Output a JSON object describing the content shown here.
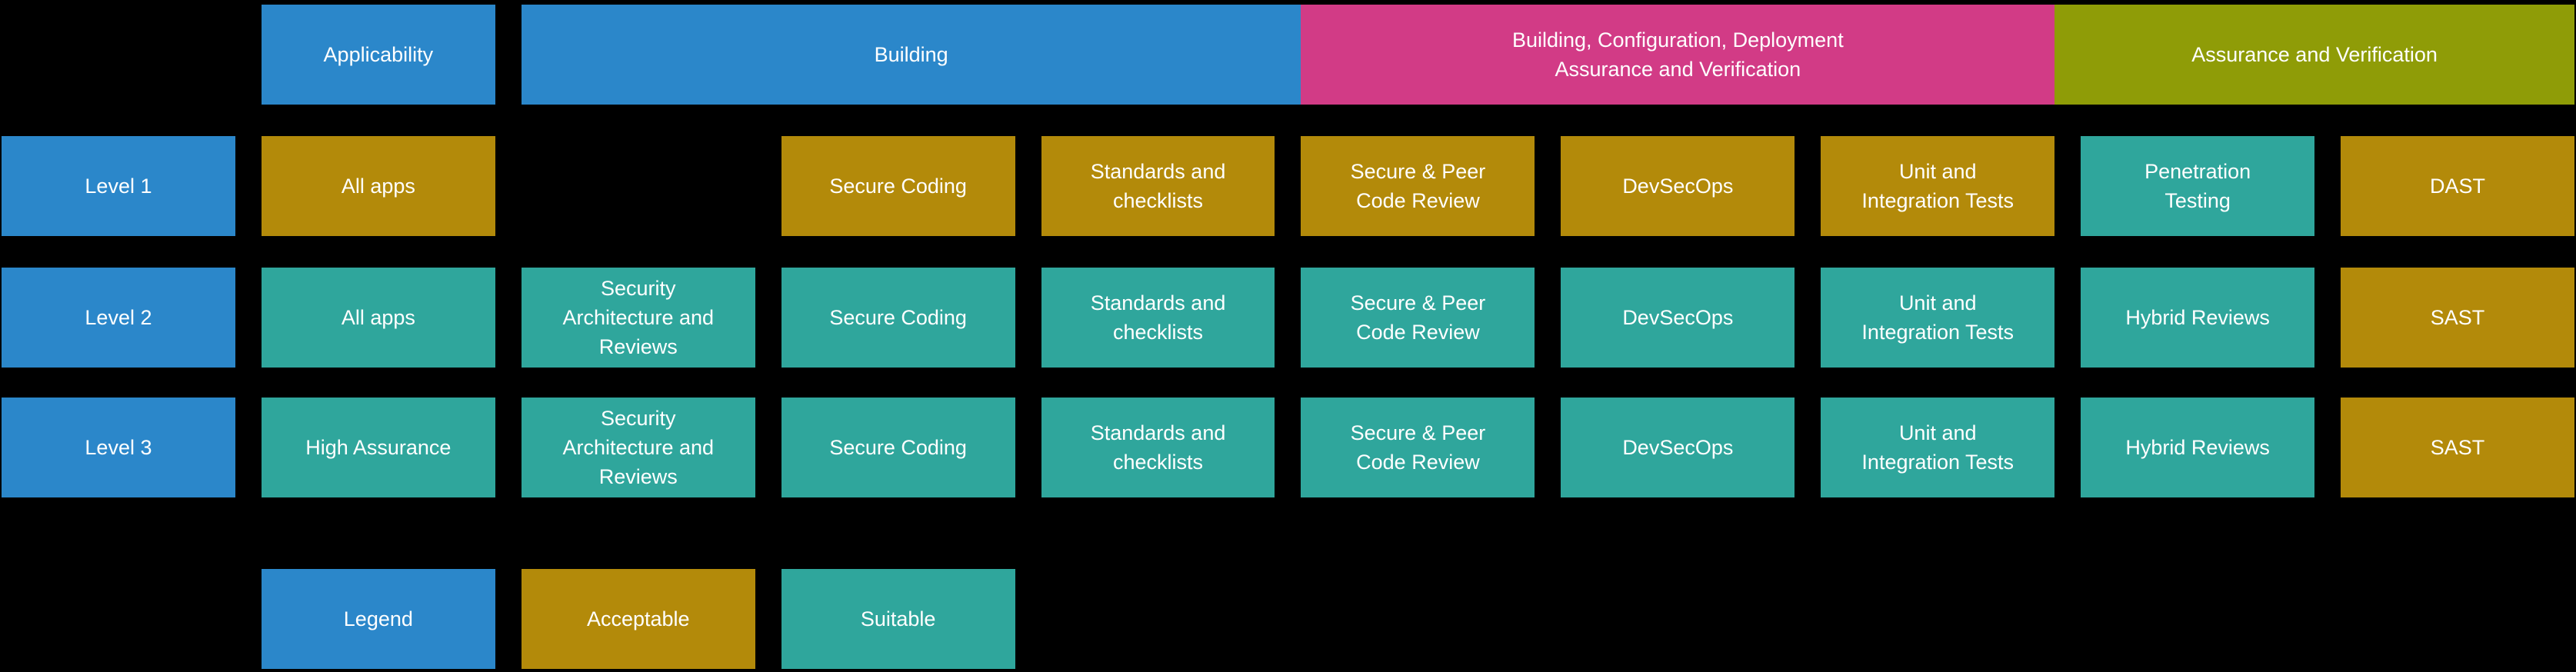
{
  "colors": {
    "blue": "#2b87ca",
    "acceptable": "#b38a0a",
    "suitable": "#2fa69c",
    "building_config_deploy": "#d23b86",
    "assurance": "#8f9c07",
    "background": "#000000",
    "text": "#ffffff"
  },
  "header": [
    {
      "label": "Applicability",
      "status": "blue"
    },
    {
      "label": "Building",
      "status": "blue"
    },
    {
      "label": "Building, Configuration, Deployment\nAssurance and Verification",
      "status": "building_config_deploy"
    },
    {
      "label": "Assurance and Verification",
      "status": "assurance"
    }
  ],
  "rows": [
    {
      "label": "Level 1",
      "label_status": "blue",
      "cells": [
        {
          "label": "All apps",
          "status": "acceptable"
        },
        {
          "label": "Secure Coding",
          "status": "acceptable"
        },
        {
          "label": "Standards and\nchecklists",
          "status": "acceptable"
        },
        {
          "label": "Secure & Peer\nCode Review",
          "status": "acceptable"
        },
        {
          "label": "DevSecOps",
          "status": "acceptable"
        },
        {
          "label": "Unit and\nIntegration Tests",
          "status": "acceptable"
        },
        {
          "label": "Penetration\nTesting",
          "status": "suitable"
        },
        {
          "label": "DAST",
          "status": "acceptable"
        }
      ]
    },
    {
      "label": "Level 2",
      "label_status": "blue",
      "cells": [
        {
          "label": "All apps",
          "status": "suitable"
        },
        {
          "label": "Security\nArchitecture and\nReviews",
          "status": "suitable"
        },
        {
          "label": "Secure Coding",
          "status": "suitable"
        },
        {
          "label": "Standards and\nchecklists",
          "status": "suitable"
        },
        {
          "label": "Secure & Peer\nCode Review",
          "status": "suitable"
        },
        {
          "label": "DevSecOps",
          "status": "suitable"
        },
        {
          "label": "Unit and\nIntegration Tests",
          "status": "suitable"
        },
        {
          "label": "Hybrid Reviews",
          "status": "suitable"
        },
        {
          "label": "SAST",
          "status": "acceptable"
        }
      ]
    },
    {
      "label": "Level 3",
      "label_status": "blue",
      "cells": [
        {
          "label": "High Assurance",
          "status": "suitable"
        },
        {
          "label": "Security\nArchitecture and\nReviews",
          "status": "suitable"
        },
        {
          "label": "Secure Coding",
          "status": "suitable"
        },
        {
          "label": "Standards and\nchecklists",
          "status": "suitable"
        },
        {
          "label": "Secure & Peer\nCode Review",
          "status": "suitable"
        },
        {
          "label": "DevSecOps",
          "status": "suitable"
        },
        {
          "label": "Unit and\nIntegration Tests",
          "status": "suitable"
        },
        {
          "label": "Hybrid Reviews",
          "status": "suitable"
        },
        {
          "label": "SAST",
          "status": "acceptable"
        }
      ]
    }
  ],
  "legend": {
    "title": {
      "label": "Legend",
      "status": "blue"
    },
    "items": [
      {
        "label": "Acceptable",
        "status": "acceptable"
      },
      {
        "label": "Suitable",
        "status": "suitable"
      }
    ]
  }
}
